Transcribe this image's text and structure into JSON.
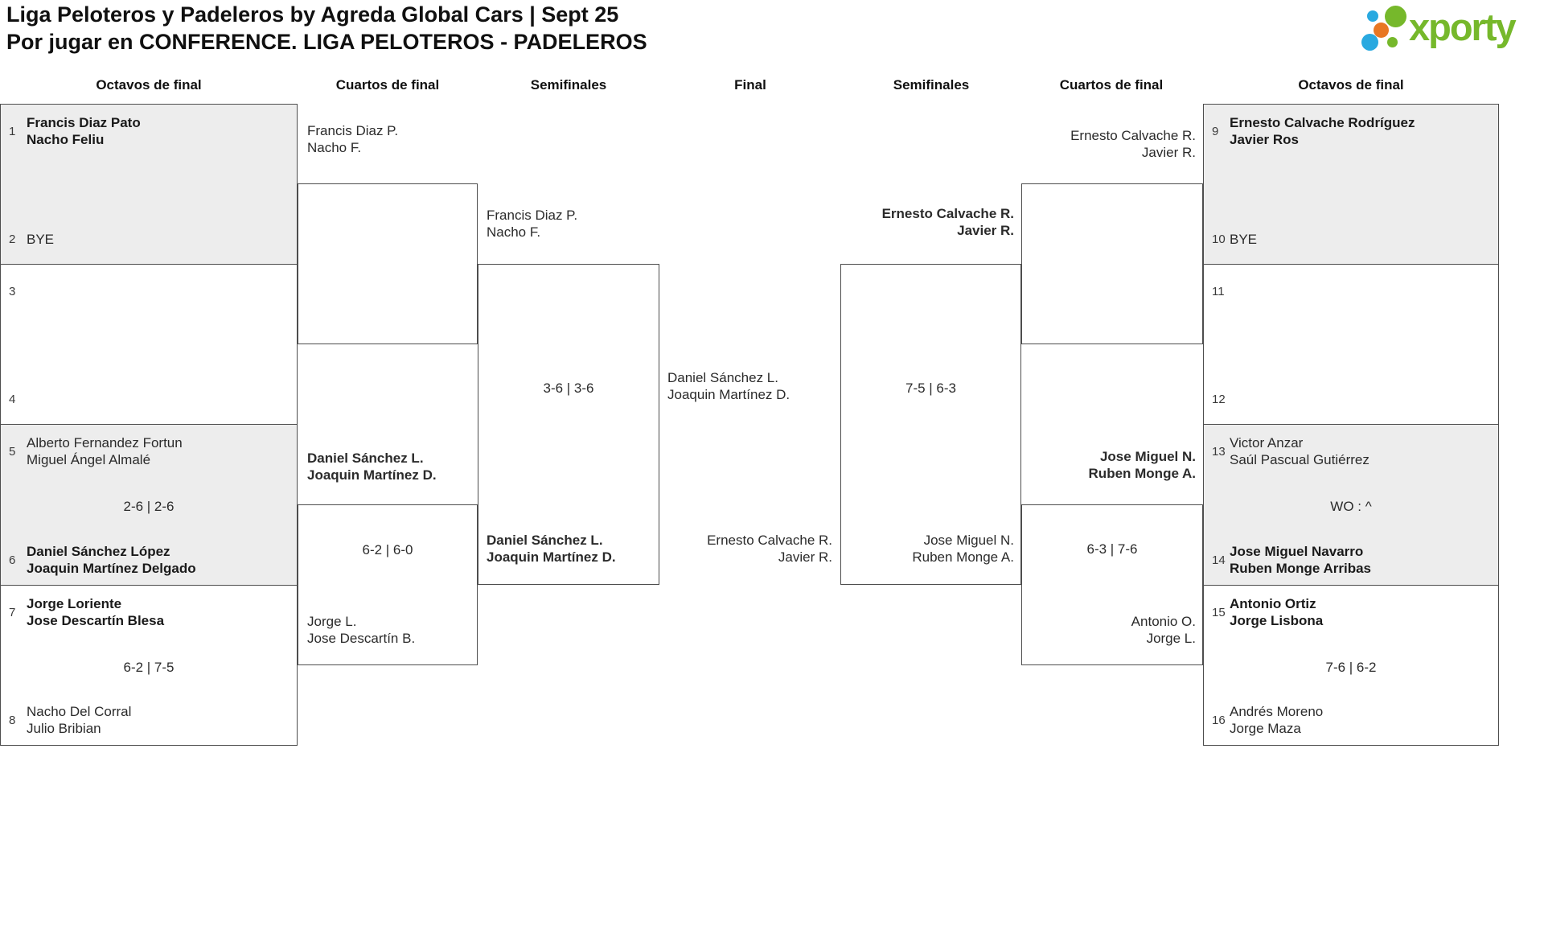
{
  "header": {
    "title": "Liga Peloteros y Padeleros by Agreda Global Cars | Sept 25",
    "subtitle": "Por jugar en CONFERENCE. LIGA PELOTEROS - PADELEROS",
    "logo_text": "xporty"
  },
  "colors": {
    "logo_green": "#76b82b",
    "logo_blue": "#29a9e0",
    "logo_orange": "#e87723",
    "box_gray": "#ededed",
    "border": "#4d4d4d"
  },
  "round_headers": [
    "Octavos de final",
    "Cuartos de final",
    "Semifinales",
    "Final",
    "Semifinales",
    "Cuartos de final",
    "Octavos de final"
  ],
  "r16_left": [
    {
      "seed_top": "1",
      "top1": "Francis Diaz Pato",
      "top2": "Nacho Feliu",
      "score": "",
      "seed_bottom": "2",
      "bot1": "BYE",
      "bot2": ""
    },
    {
      "seed_top": "3",
      "top1": "",
      "top2": "",
      "score": "",
      "seed_bottom": "4",
      "bot1": "",
      "bot2": ""
    },
    {
      "seed_top": "5",
      "top1": "Alberto Fernandez Fortun",
      "top2": "Miguel Ángel Almalé",
      "score": "2-6 | 2-6",
      "seed_bottom": "6",
      "bot1": "Daniel Sánchez López",
      "bot2": "Joaquin Martínez Delgado"
    },
    {
      "seed_top": "7",
      "top1": "Jorge Loriente",
      "top2": "Jose Descartín Blesa",
      "score": "6-2 | 7-5",
      "seed_bottom": "8",
      "bot1": "Nacho Del Corral",
      "bot2": "Julio Bribian"
    }
  ],
  "r16_right": [
    {
      "seed_top": "9",
      "top1": "Ernesto Calvache Rodríguez",
      "top2": "Javier Ros",
      "score": "",
      "seed_bottom": "10",
      "bot1": "BYE",
      "bot2": ""
    },
    {
      "seed_top": "11",
      "top1": "",
      "top2": "",
      "score": "",
      "seed_bottom": "12",
      "bot1": "",
      "bot2": ""
    },
    {
      "seed_top": "13",
      "top1": "Victor Anzar",
      "top2": "Saúl Pascual Gutiérrez",
      "score": "WO : ^",
      "seed_bottom": "14",
      "bot1": "Jose Miguel Navarro",
      "bot2": "Ruben Monge Arribas"
    },
    {
      "seed_top": "15",
      "top1": "Antonio Ortiz",
      "top2": "Jorge Lisbona",
      "score": "7-6 | 6-2",
      "seed_bottom": "16",
      "bot1": "Andrés Moreno",
      "bot2": "Jorge Maza"
    }
  ],
  "qf_left": {
    "m1": {
      "top1": "Francis Diaz P.",
      "top2": "Nacho F.",
      "score": "",
      "bot1": "",
      "bot2": ""
    },
    "m2": {
      "top1": "Daniel Sánchez L.",
      "top2": "Joaquin Martínez D.",
      "score": "6-2 | 6-0",
      "bot1": "Jorge L.",
      "bot2": "Jose Descartín B."
    }
  },
  "qf_right": {
    "m1": {
      "top1": "Ernesto Calvache R.",
      "top2": "Javier R.",
      "score": "",
      "bot1": "",
      "bot2": ""
    },
    "m2": {
      "top1": "Jose Miguel N.",
      "top2": "Ruben Monge A.",
      "score": "6-3 | 7-6",
      "bot1": "Antonio O.",
      "bot2": "Jorge L."
    }
  },
  "sf_left": {
    "top1": "Francis Diaz P.",
    "top2": "Nacho F.",
    "score": "3-6 | 3-6",
    "bot1": "Daniel Sánchez L.",
    "bot2": "Joaquin Martínez D."
  },
  "sf_right": {
    "top1": "Ernesto Calvache R.",
    "top2": "Javier R.",
    "score": "7-5 | 6-3",
    "bot1": "Jose Miguel N.",
    "bot2": "Ruben Monge A."
  },
  "final": {
    "left1": "Daniel Sánchez L.",
    "left2": "Joaquin Martínez D.",
    "right1": "Ernesto Calvache R.",
    "right2": "Javier R."
  }
}
